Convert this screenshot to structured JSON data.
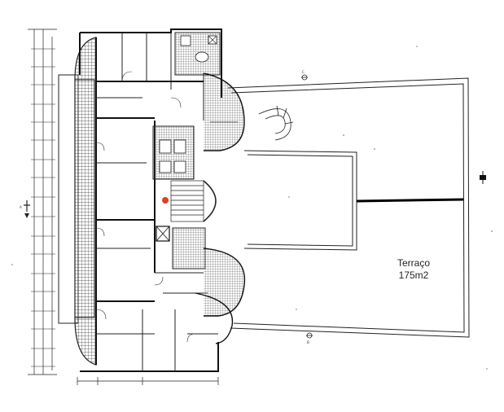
{
  "terrace": {
    "name": "Terraço",
    "area": "175m2"
  },
  "section_marks": {
    "top": "C",
    "bottom": "B",
    "left": "A"
  },
  "colors": {
    "line": "#1a1a1a",
    "hatch": "#3a3a3a",
    "marker": "#e0401a",
    "background": "#ffffff"
  },
  "icons": [
    "elevator-icon",
    "spiral-stair-icon",
    "section-arrow-icon",
    "north-marker-icon"
  ]
}
